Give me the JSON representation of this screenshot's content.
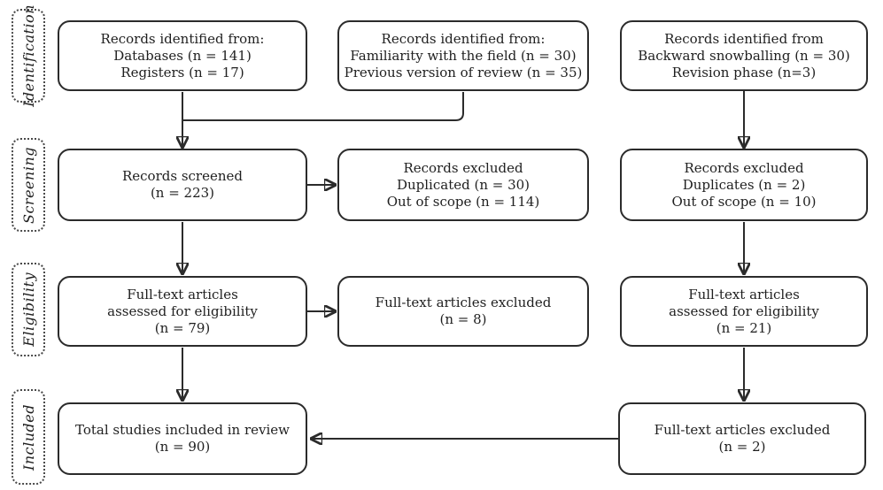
{
  "colors": {
    "box_border": "#2b2b2b",
    "box_background": "#ffffff",
    "text": "#1f1f1f",
    "stage_label_border": "#4a4a4a",
    "arrow": "#2b2b2b"
  },
  "stages": [
    {
      "label": "Identification"
    },
    {
      "label": "Screening"
    },
    {
      "label": "Eligibility"
    },
    {
      "label": "Included"
    }
  ],
  "boxes": {
    "db_registers": {
      "lines": [
        "Records identified from:",
        "Databases (n = 141)",
        "Registers (n = 17)"
      ]
    },
    "familiarity": {
      "lines": [
        "Records identified from:",
        "Familiarity with the field (n = 30)",
        "Previous version of review (n = 35)"
      ]
    },
    "snowballing": {
      "lines": [
        "Records identified from",
        "Backward snowballing (n = 30)",
        "Revision phase (n=3)"
      ]
    },
    "screened": {
      "lines": [
        "Records screened",
        "(n = 223)"
      ]
    },
    "records_excluded_main": {
      "lines": [
        "Records excluded",
        "Duplicated (n = 30)",
        "Out of scope (n = 114)"
      ]
    },
    "records_excluded_snowball": {
      "lines": [
        "Records excluded",
        "Duplicates (n = 2)",
        "Out of scope (n = 10)"
      ]
    },
    "fulltext_assessed_main": {
      "lines": [
        "Full-text articles",
        "assessed for eligibility",
        "(n = 79)"
      ]
    },
    "fulltext_excluded_main": {
      "lines": [
        "Full-text articles excluded",
        "(n = 8)"
      ]
    },
    "fulltext_assessed_snowball": {
      "lines": [
        "Full-text articles",
        "assessed for eligibility",
        "(n = 21)"
      ]
    },
    "total_included": {
      "lines": [
        "Total studies included in review",
        "(n = 90)"
      ]
    },
    "fulltext_excluded_snowball": {
      "lines": [
        "Full-text articles excluded",
        "(n = 2)"
      ]
    }
  }
}
